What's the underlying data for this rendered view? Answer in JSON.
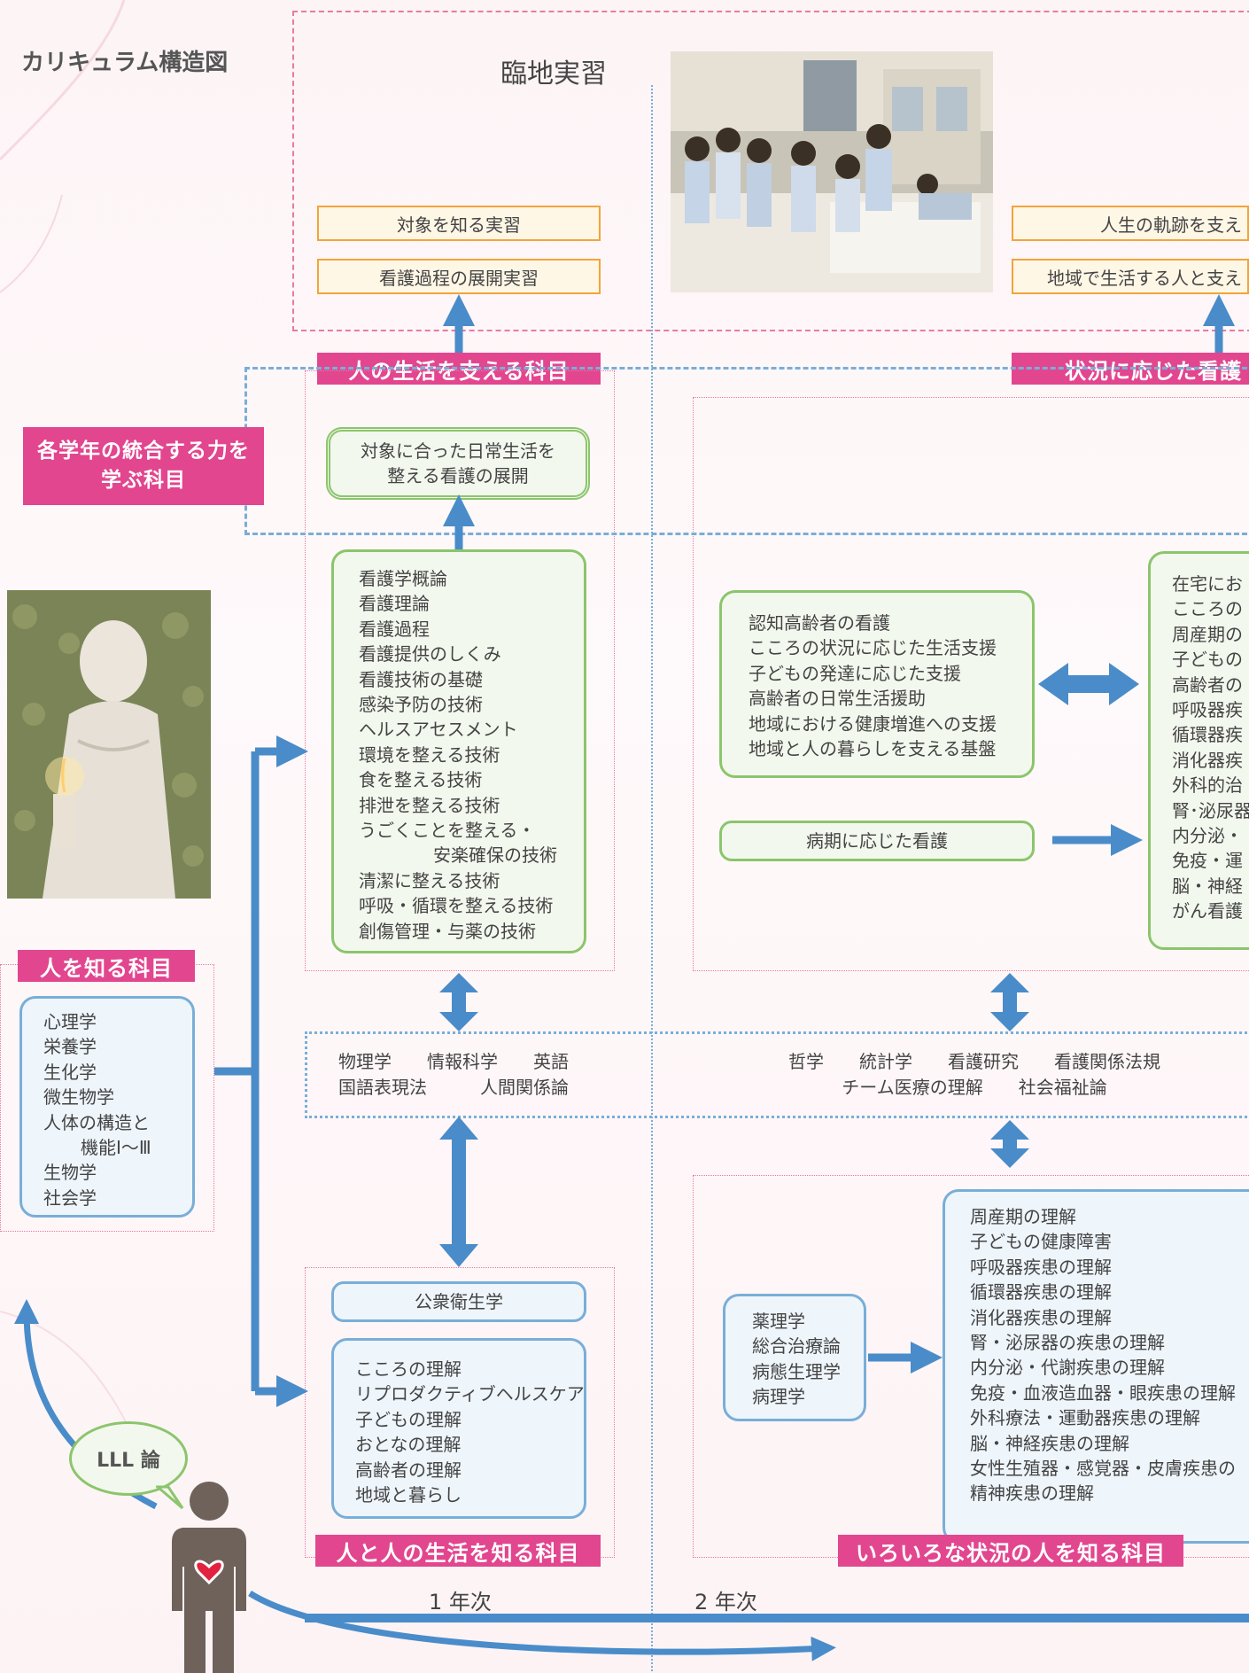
{
  "page_title": "カリキュラム構造図",
  "practicum": {
    "title": "臨地実習",
    "left_items": [
      "対象を知る実習",
      "看護過程の展開実習"
    ],
    "right_items": [
      "人生の軌跡を支え",
      "地域で生活する人と支え"
    ]
  },
  "labels": {
    "support_life": "人の生活を支える科目",
    "situation_nursing": "状況に応じた看護",
    "integrate_line1": "各学年の統合する力を",
    "integrate_line2": "学ぶ科目",
    "know_people": "人を知る科目",
    "know_life": "人と人の生活を知る科目",
    "know_various": "いろいろな状況の人を知る科目"
  },
  "integrate_box": [
    "対象に合った日常生活を",
    "整える看護の展開"
  ],
  "year1_nursing": [
    "看護学概論",
    "看護理論",
    "看護過程",
    "看護提供のしくみ",
    "看護技術の基礎",
    "感染予防の技術",
    "ヘルスアセスメント",
    "環境を整える技術",
    "食を整える技術",
    "排泄を整える技術",
    "うごくことを整える・",
    "安楽確保の技術",
    "清潔に整える技術",
    "呼吸・循環を整える技術",
    "創傷管理・与薬の技術"
  ],
  "year2_support": [
    "認知高齢者の看護",
    "こころの状況に応じた生活支援",
    "子どもの発達に応じた支援",
    "高齢者の日常生活援助",
    "地域における健康増進への支援",
    "地域と人の暮らしを支える基盤"
  ],
  "year2_disease": "病期に応じた看護",
  "year2_right_partial": [
    "在宅にお",
    "こころの",
    "周産期の",
    "子どもの",
    "高齢者の",
    "呼吸器疾",
    "循環器疾",
    "消化器疾",
    "外科的治",
    "腎･泌尿器",
    "内分泌・",
    "免疫・運",
    "脳・神経",
    "がん看護"
  ],
  "know_people_list": [
    "心理学",
    "栄養学",
    "生化学",
    "微生物学",
    "人体の構造と",
    "機能Ⅰ〜Ⅲ",
    "生物学",
    "社会学"
  ],
  "general_left": [
    "物理学　　情報科学　　英語",
    "国語表現法　　　人間関係論"
  ],
  "general_right": [
    "哲学　　統計学　　看護研究　　看護関係法規",
    "チーム医療の理解　　社会福祉論"
  ],
  "public_health": "公衆衛生学",
  "year1_life": [
    "こころの理解",
    "リプロダクティブヘルスケア",
    "子どもの理解",
    "おとなの理解",
    "高齢者の理解",
    "地域と暮らし"
  ],
  "pharma": [
    "薬理学",
    "総合治療論",
    "病態生理学",
    "病理学"
  ],
  "diseases": [
    "周産期の理解",
    "子どもの健康障害",
    "呼吸器疾患の理解",
    "循環器疾患の理解",
    "消化器疾患の理解",
    "腎・泌尿器の疾患の理解",
    "内分泌・代謝疾患の理解",
    "免疫・血液造血器・眼疾患の理解",
    "外科療法・運動器疾患の理解",
    "脳・神経疾患の理解",
    "女性生殖器・感覚器・皮膚疾患の",
    "精神疾患の理解"
  ],
  "lll": "LLL 論",
  "years": [
    "1 年次",
    "2 年次"
  ],
  "colors": {
    "pink": "#e2468f",
    "blue": "#4a8cc9",
    "green": "#8cc56c",
    "orange": "#f2a43a"
  }
}
